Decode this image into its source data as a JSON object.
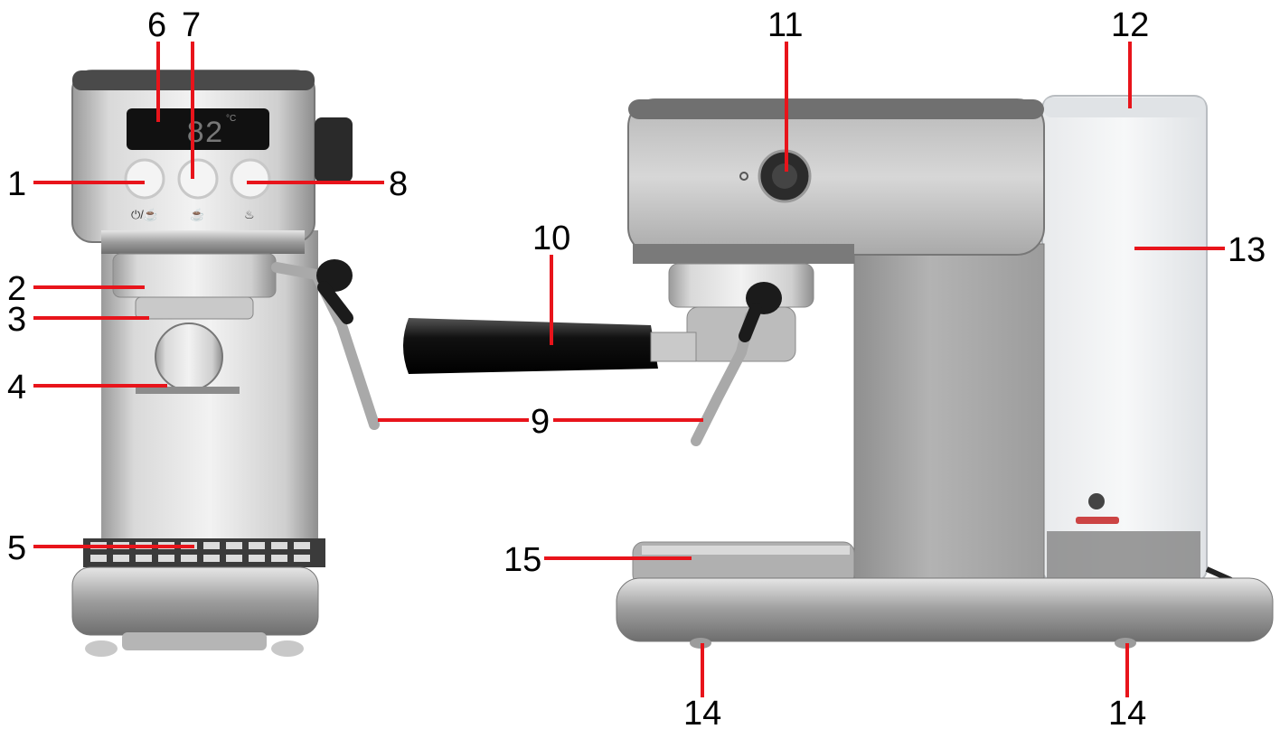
{
  "diagram": {
    "labels": [
      "1",
      "2",
      "3",
      "4",
      "5",
      "6",
      "7",
      "8",
      "9",
      "10",
      "11",
      "12",
      "13",
      "14",
      "15"
    ],
    "leader_color": "#e8141b",
    "front_view": {
      "button_icons": [
        "power-steam-icon",
        "double-cup-icon",
        "hot-water-icon"
      ],
      "display_temperature": "82",
      "display_unit": "°C"
    }
  }
}
